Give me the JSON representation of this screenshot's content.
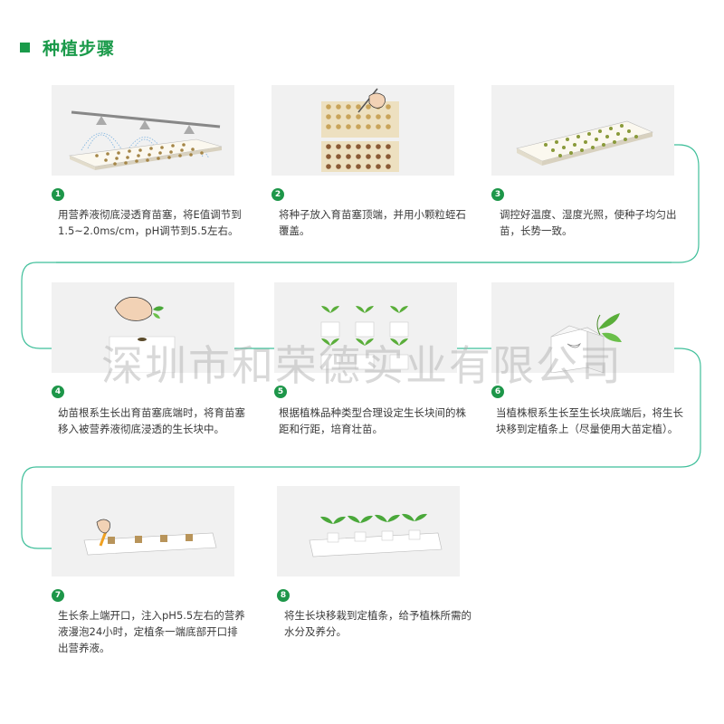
{
  "section": {
    "title": "种植步骤"
  },
  "colors": {
    "accent": "#1a9a4a",
    "connector": "#3fbf9a",
    "card_bg": "#f1f1f1"
  },
  "steps": [
    {
      "num": "1",
      "illustration": "mist-spray-seed-tray",
      "text": "用营养液彻底浸透育苗塞，将E值调节到1.5~2.0ms/cm，pH调节到5.5左右。"
    },
    {
      "num": "2",
      "illustration": "tweezers-seeding-trays",
      "text": "将种子放入育苗塞顶端，并用小颗粒蛭石覆盖。"
    },
    {
      "num": "3",
      "illustration": "germinating-seed-tray",
      "text": "调控好温度、湿度光照，使种子均匀出苗，长势一致。"
    },
    {
      "num": "4",
      "illustration": "hand-transplanting-seedling",
      "text": "幼苗根系生长出育苗塞底端时，将育苗塞移入被营养液彻底浸透的生长块中。"
    },
    {
      "num": "5",
      "illustration": "seedling-blocks-grid",
      "text": "根据植株品种类型合理设定生长块间的株距和行距，培育壮苗。"
    },
    {
      "num": "6",
      "illustration": "plant-on-grow-block",
      "text": "当植株根系生长至生长块底端后，将生长块移到定植条上（尽量使用大苗定植）。"
    },
    {
      "num": "7",
      "illustration": "cutting-grow-slab",
      "text": "生长条上端开口，注入pH5.5左右的营养液漫泡24小时，定植条一端底部开口排出营养液。"
    },
    {
      "num": "8",
      "illustration": "plants-on-grow-slab",
      "text": "将生长块移栽到定植条，给予植株所需的水分及养分。"
    }
  ],
  "watermark": "深圳市和荣德实业有限公司"
}
